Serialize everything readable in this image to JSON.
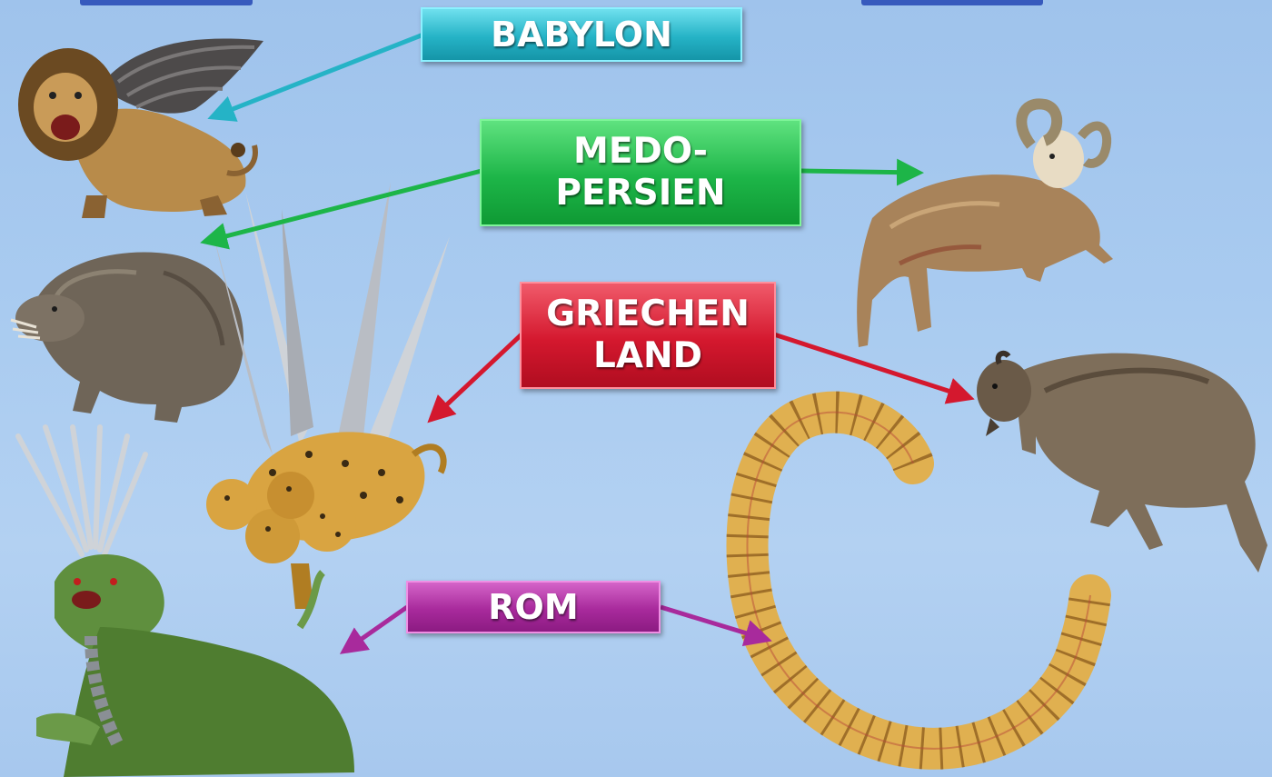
{
  "labels": {
    "babylon": "BABYLON",
    "medo_persien": "MEDO-\nPERSIEN",
    "griechenland": "GRIECHEN\nLAND",
    "rom": "ROM"
  },
  "colors": {
    "babylon": "#25b3c6",
    "medo_persien": "#1db548",
    "griechenland": "#d4182e",
    "rom": "#a82a9c",
    "background": "#a9cbf0"
  },
  "figures": {
    "left": [
      "winged-lion",
      "bear",
      "four-headed-leopard",
      "dragon-beast"
    ],
    "right": [
      "ram",
      "goat",
      "horn"
    ]
  }
}
